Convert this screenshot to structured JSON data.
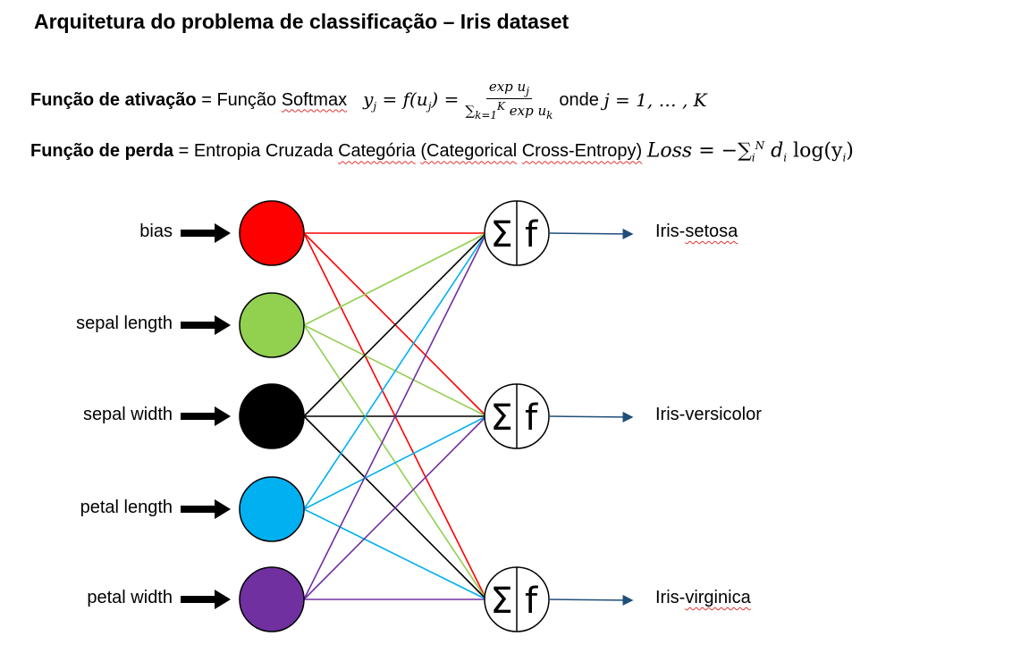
{
  "title": "Arquitetura do problema de classificação – Iris dataset",
  "activation": {
    "label": "Função de ativação",
    "eq": "=",
    "text_plain": "Função",
    "text_squig": "Softmax",
    "lhs": "y",
    "lhs_sub": "j",
    "mid": "=  f(u",
    "mid_sub": "j",
    "mid_end": ") =",
    "num": "exp u",
    "num_sub": "j",
    "den_sum": "∑",
    "den_sub": "k=1",
    "den_sup": "K",
    "den_rest": " exp u",
    "den_rest_sub": "k",
    "where_text": "onde",
    "where_math": "j = 1, … , K"
  },
  "loss": {
    "label": "Função de perda",
    "eq": "=",
    "text1": "Entropia Cruzada",
    "text2": "Categória",
    "text3": "(Categorical",
    "text4": "Cross-Entropy)",
    "formula_name": "Loss",
    "formula_eq": " = −",
    "sum": "∑",
    "sum_sub": "i",
    "sum_sup": "N",
    "term": " d",
    "term_sub": "i",
    "term_end": " log(y",
    "term_end_sub": "i",
    "term_close": ")"
  },
  "inputs": [
    {
      "label": "bias",
      "color": "#ff0000"
    },
    {
      "label": "sepal length",
      "color": "#92d050"
    },
    {
      "label": "sepal width",
      "color": "#000000"
    },
    {
      "label": "petal length",
      "color": "#00b0f0"
    },
    {
      "label": "petal width",
      "color": "#7030a0"
    }
  ],
  "neuron_symbols": {
    "sum": "Σ",
    "func": "f"
  },
  "outputs": [
    {
      "label": "Iris-setosa",
      "plain": "Iris-",
      "squig": "setosa"
    },
    {
      "label": "Iris-versicolor",
      "plain": "Iris-versicolor",
      "squig": ""
    },
    {
      "label": "Iris-virginica",
      "plain": "Iris-",
      "squig": "virginica"
    }
  ],
  "output_arrow_color": "#1f4e79"
}
